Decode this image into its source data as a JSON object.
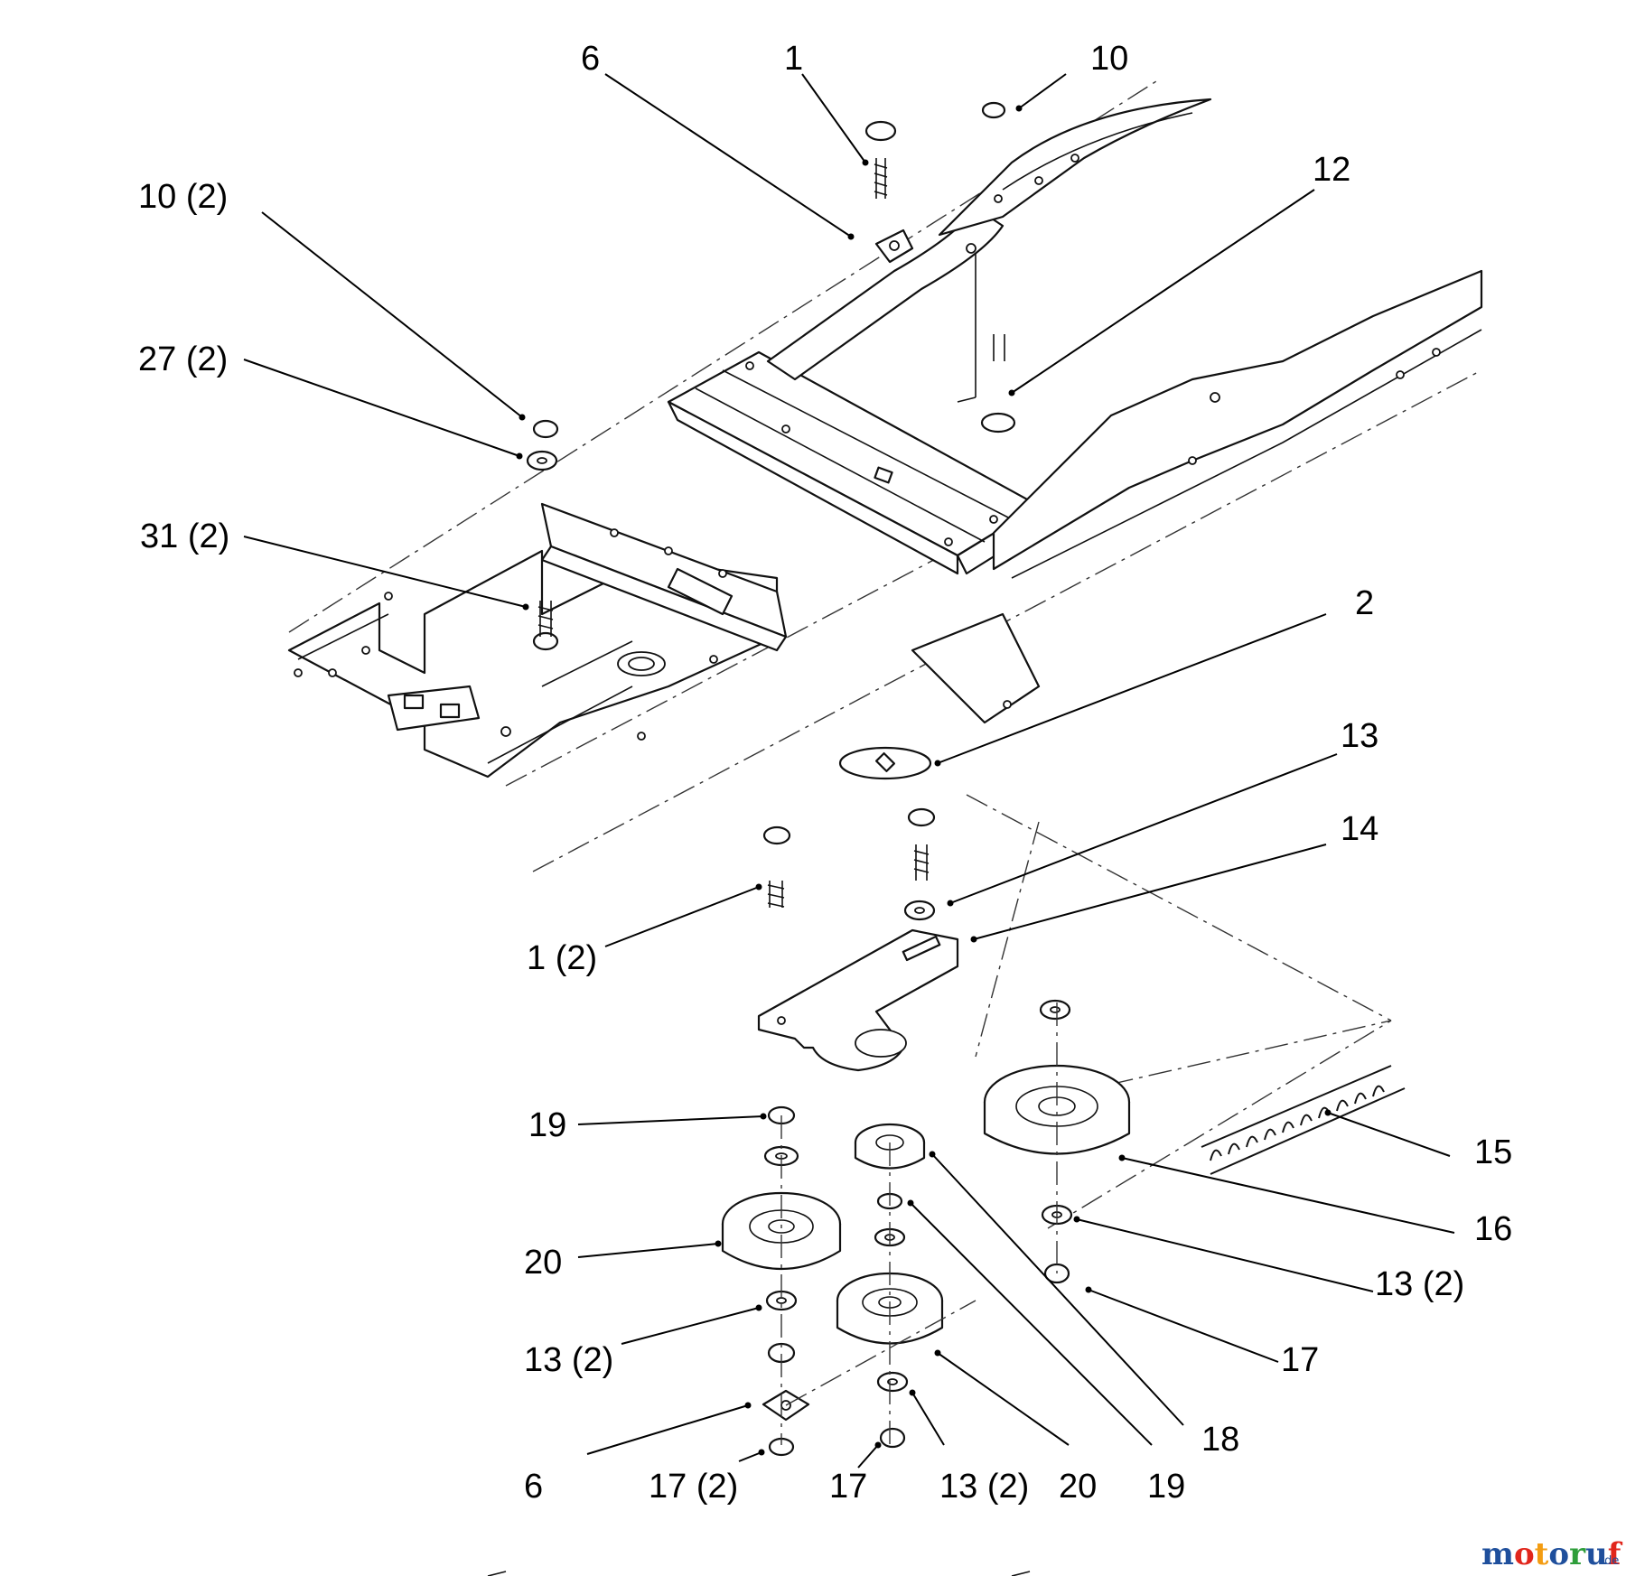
{
  "callouts": {
    "c6_top": "6",
    "c1_top": "1",
    "c10_top": "10",
    "c10_2": "10 (2)",
    "c12": "12",
    "c27_2": "27 (2)",
    "c31_2": "31 (2)",
    "c2": "2",
    "c13": "13",
    "c14": "14",
    "c1_2": "1 (2)",
    "c19_left": "19",
    "c15": "15",
    "c16": "16",
    "c20_left": "20",
    "c13_2_right": "13 (2)",
    "c13_2_left": "13 (2)",
    "c17_right": "17",
    "c18": "18",
    "c6_bottom": "6",
    "c17_2": "17 (2)",
    "c17_bottom": "17",
    "c13_2_bottom": "13 (2)",
    "c20_bottom": "20",
    "c19_bottom": "19"
  },
  "watermark": {
    "brand": "motoruf",
    "suffix": ".de",
    "colors": [
      "#1f4f9c",
      "#e1261c",
      "#f39c12",
      "#1f4f9c",
      "#2e9e3a",
      "#1f4f9c",
      "#e1261c"
    ]
  }
}
